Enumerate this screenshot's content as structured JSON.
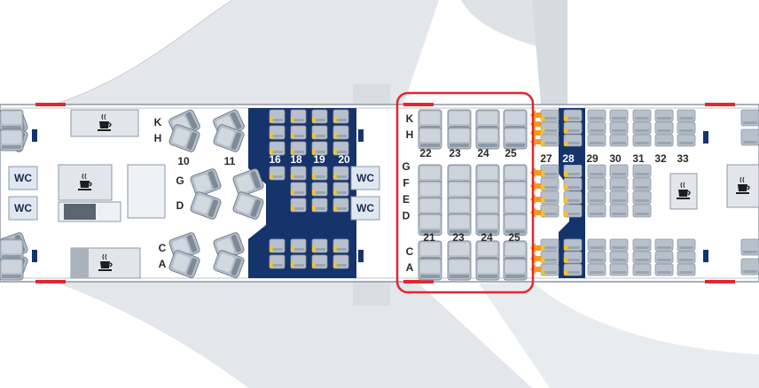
{
  "rows": {
    "business": [
      "10",
      "11"
    ],
    "premium": [
      "16",
      "18",
      "19",
      "20"
    ],
    "highlight": [
      "22",
      "23",
      "24",
      "25"
    ],
    "highlight_lower": [
      "21",
      "23",
      "24",
      "25"
    ],
    "economy": [
      "27",
      "28",
      "29",
      "30",
      "31",
      "32",
      "33"
    ]
  },
  "letters": {
    "business_upper": [
      "K",
      "H"
    ],
    "business_middle": [
      "G",
      "D"
    ],
    "business_lower": [
      "C",
      "A"
    ],
    "zone_upper": [
      "K",
      "H"
    ],
    "zone_middle": [
      "G",
      "F",
      "E",
      "D"
    ],
    "zone_lower": [
      "C",
      "A"
    ]
  },
  "facilities": {
    "wc_label": "WC"
  },
  "colors": {
    "cabin_navy": "#16346c",
    "seat_gray": "#b8c1cb",
    "seat_yellow": "#f2c230",
    "highlight_red": "#e3262e",
    "arrow_orange": "#f39a1e",
    "wing": "#e6e9ed"
  },
  "icons": {
    "galley": "coffee-cup-icon",
    "exit": "exit-arrow-icon"
  }
}
